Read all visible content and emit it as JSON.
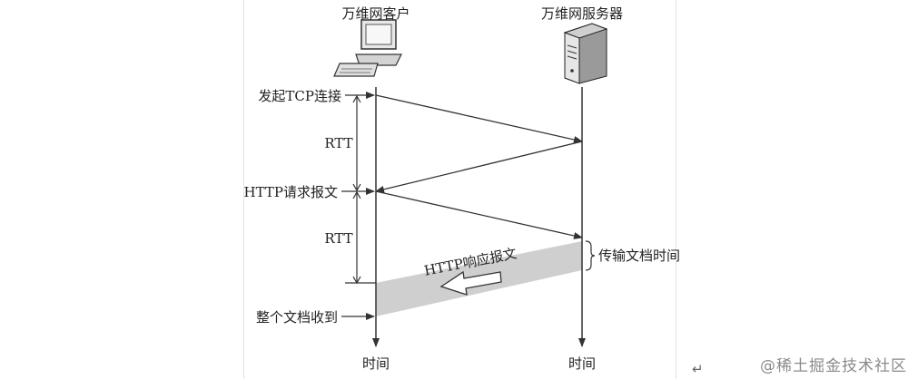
{
  "client": {
    "label": "万维网客户"
  },
  "server": {
    "label": "万维网服务器"
  },
  "events": {
    "tcp_connect": "发起TCP连接",
    "http_request": "HTTP请求报文",
    "doc_received": "整个文档收到"
  },
  "rtt": {
    "first": "RTT",
    "second": "RTT"
  },
  "response": {
    "label": "HTTP响应报文"
  },
  "transfer": {
    "label": "传输文档时间"
  },
  "axis": {
    "client_time": "时间",
    "server_time": "时间"
  },
  "watermark": {
    "text": "@稀土掘金技术社区"
  },
  "para_mark": {
    "glyph": "↵"
  },
  "colors": {
    "band": "#cfcfcf",
    "line": "#333333"
  }
}
